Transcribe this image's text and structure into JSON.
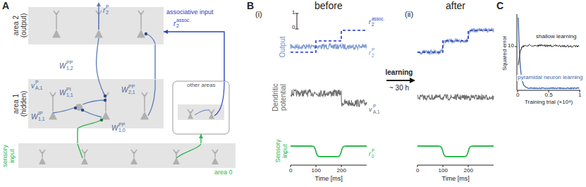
{
  "diagram": {
    "nodes": [
      {
        "text": [
          "area 2 (output)"
        ]
      },
      {
        "text": [
          "area 1 (hidden)"
        ]
      },
      {
        "text": [
          "other areas"
        ]
      },
      {
        "text": [
          "sensory input",
          "area 0"
        ]
      }
    ],
    "edges": [
      {
        "from": 3,
        "to": 2,
        "arrow": "to"
      },
      {
        "from": 2,
        "to": 0,
        "arrow": "to",
        "label": "associative input"
      },
      {
        "from": 3,
        "to": 1,
        "arrow": "none"
      },
      {
        "from": 1,
        "to": 0,
        "arrow": "none"
      }
    ],
    "labels": [
      "A",
      "r",
      "P",
      "2",
      "r",
      "assoc.",
      "2",
      "v",
      "P",
      "A,1",
      "W",
      "PP",
      "1,2",
      "W",
      "PI",
      "1,1",
      "W",
      "PP",
      "2,1",
      "W",
      "IP",
      "1,1",
      "W",
      "PP",
      "1,0",
      "B",
      "(i)",
      "before",
      "1",
      "0",
      "Output",
      "Dendritic potential",
      "Sensory input",
      "r",
      "assoc.",
      "2",
      "r",
      "P",
      "2",
      "v",
      "P",
      "A,1",
      "r",
      "P",
      "0",
      "0",
      "100",
      "200",
      "Time [ms]",
      "learning",
      "~ 30 h",
      "(ii)",
      "after",
      "0",
      "100",
      "200",
      "Time [ms]",
      "C",
      "Squared error",
      "shallow learning",
      "pyramidal neuron learning",
      "0",
      "0.5",
      "1",
      "Training trial (×10⁴)",
      "10"
    ]
  }
}
